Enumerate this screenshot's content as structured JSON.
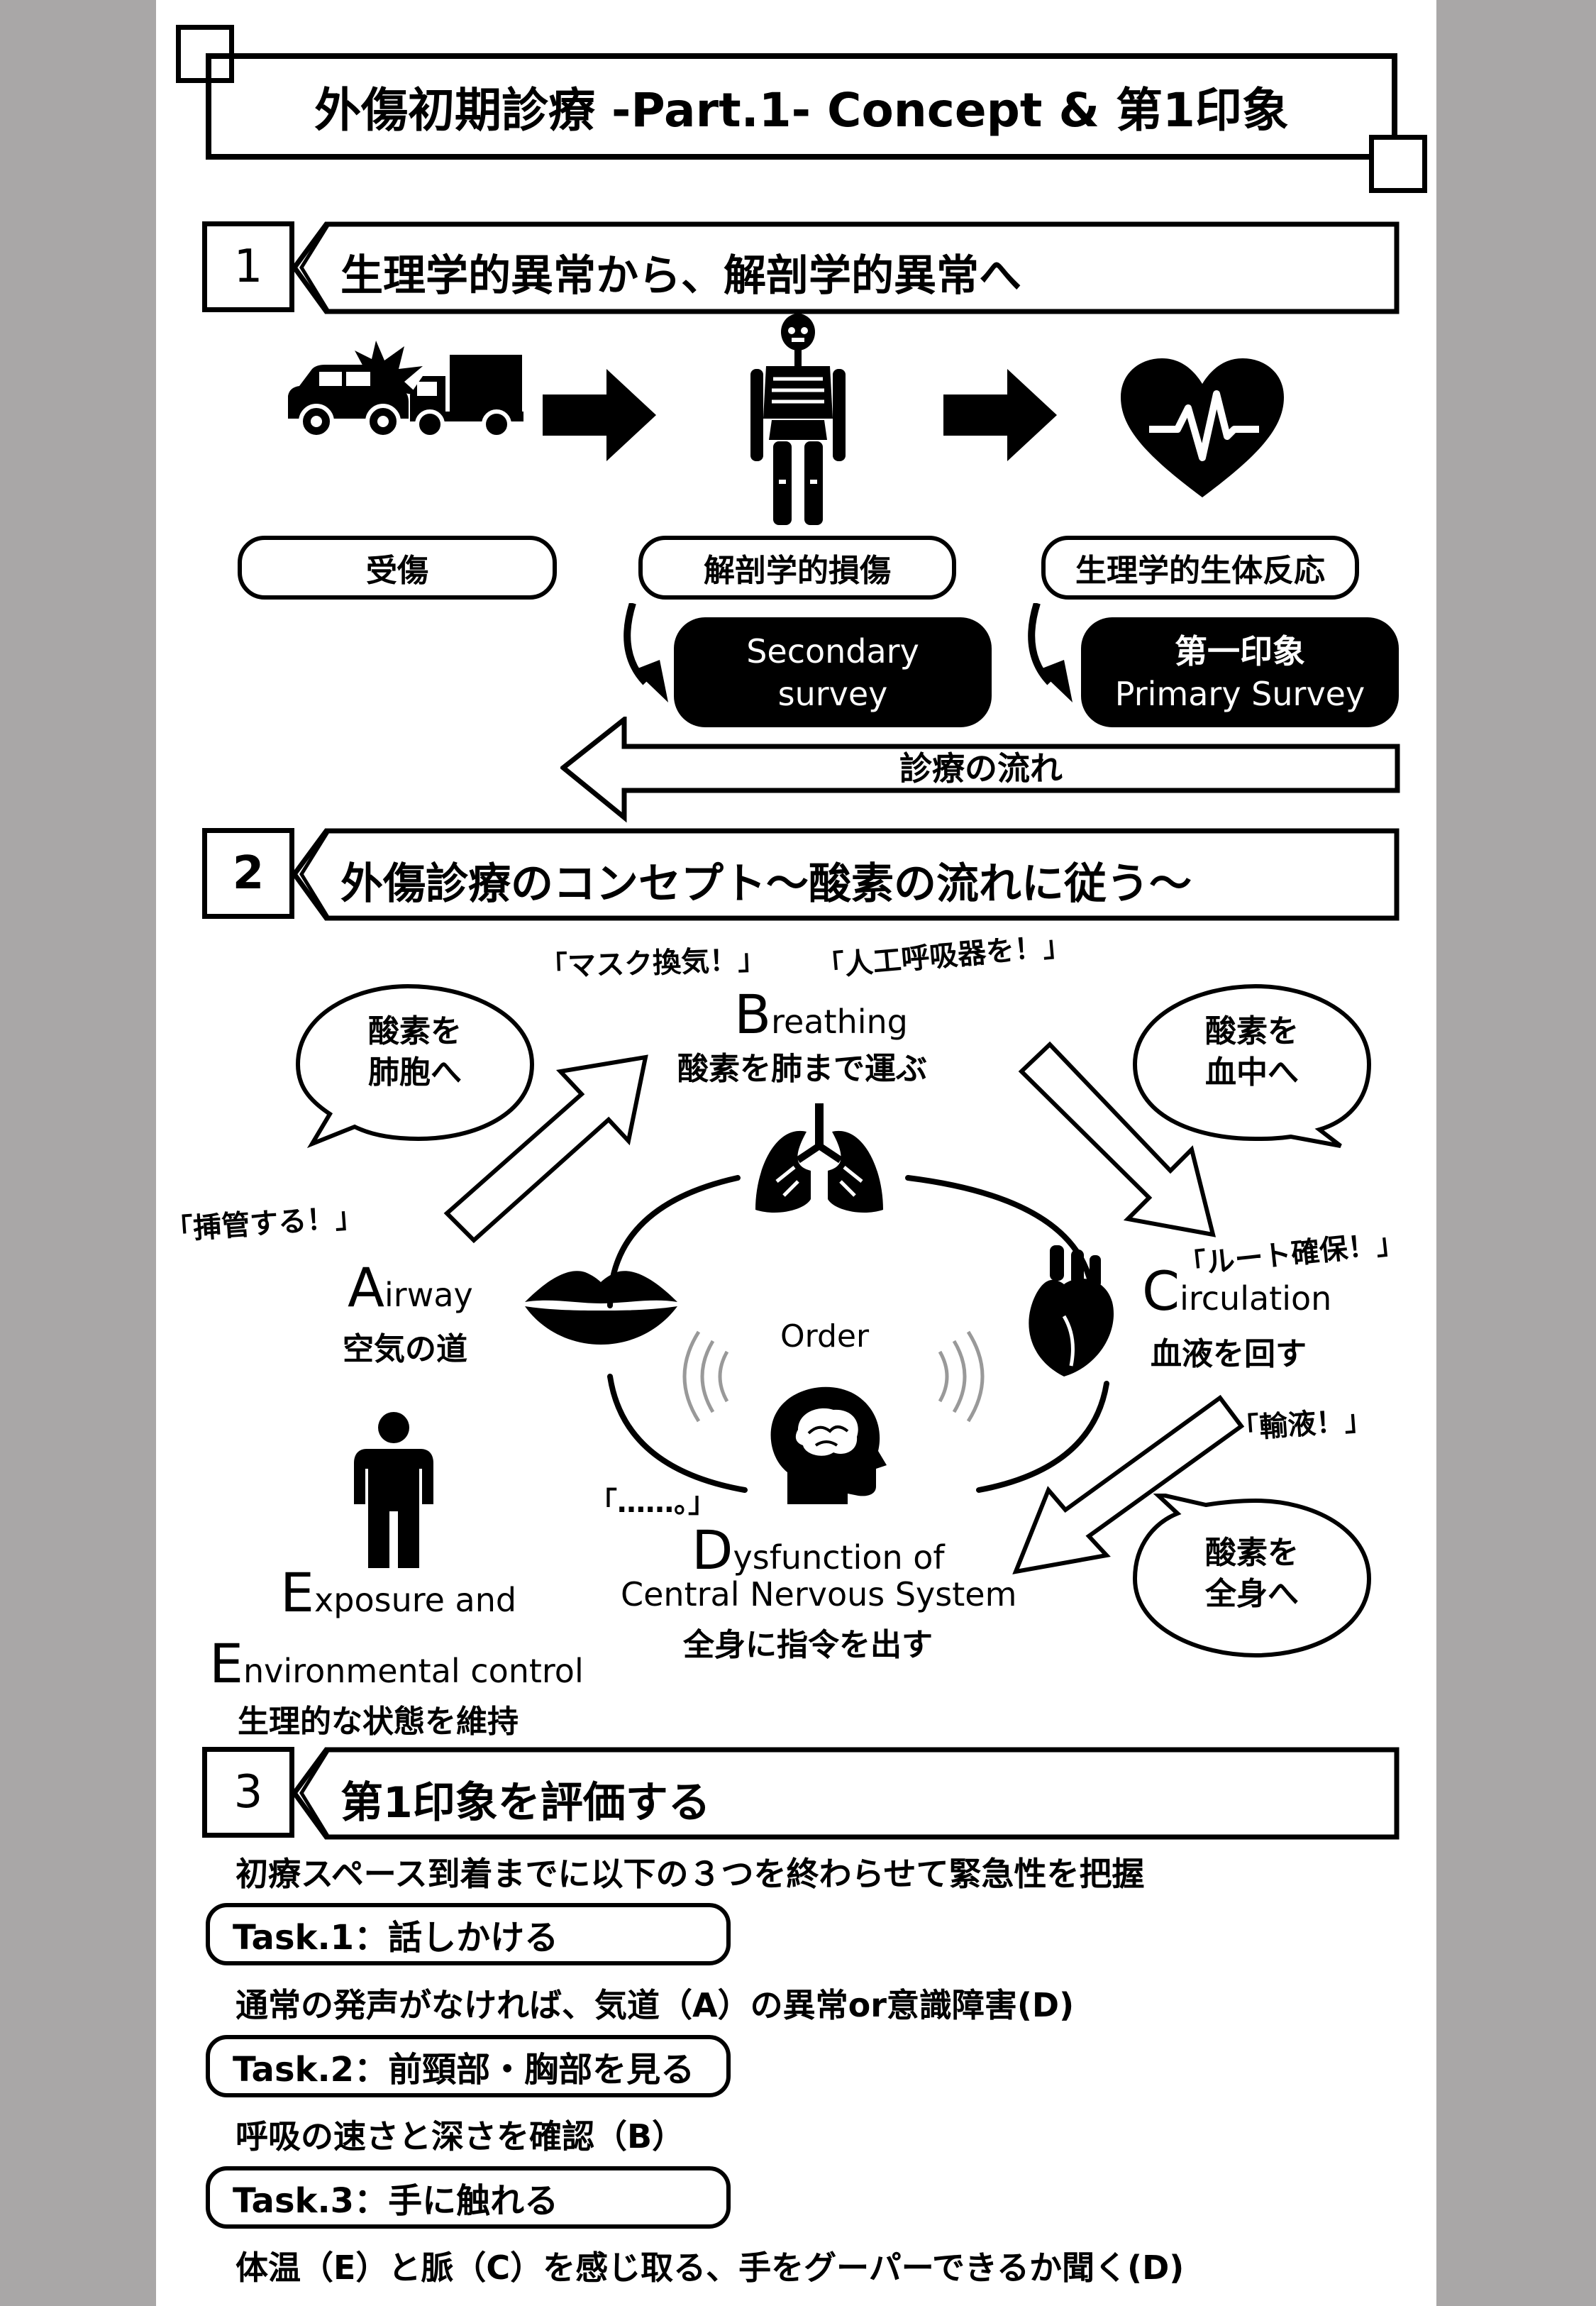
{
  "title": "外傷初期診療 -Part.1- Concept & 第1印象",
  "section1": {
    "number": "1",
    "heading": "生理学的異常から、解剖学的異常へ",
    "labels": {
      "injury": "受傷",
      "anatomical": "解剖学的損傷",
      "physiological": "生理学的生体反応"
    },
    "secondary": {
      "line1": "Secondary",
      "line2": "survey"
    },
    "primary": {
      "line1": "第一印象",
      "line2": "Primary Survey"
    },
    "flow_label": "診療の流れ"
  },
  "section2": {
    "number": "2",
    "heading": "外傷診療のコンセプト～酸素の流れに従う～",
    "quotes": {
      "mask": "「マスク換気！」",
      "ventilator": "「人工呼吸器を！」",
      "intubate": "「挿管する！」",
      "route": "「ルート確保！」",
      "infusion": "「輸液！」",
      "silence": "「……。」"
    },
    "breathing": {
      "letter": "B",
      "rest": "reathing",
      "desc": "酸素を肺まで運ぶ"
    },
    "airway": {
      "letter": "A",
      "rest": "irway",
      "desc": "空気の道"
    },
    "circulation": {
      "letter": "C",
      "rest": "irculation",
      "desc": "血液を回す"
    },
    "dysfunction": {
      "letter": "D",
      "rest": "ysfunction of",
      "line2": "Central Nervous System",
      "desc": "全身に指令を出す"
    },
    "exposure": {
      "letter1": "E",
      "rest1": "xposure and",
      "letter2": "E",
      "rest2": "nvironmental control",
      "desc": "生理的な状態を維持"
    },
    "order": "Order",
    "bubbles": {
      "left": {
        "line1": "酸素を",
        "line2": "肺胞へ"
      },
      "right": {
        "line1": "酸素を",
        "line2": "血中へ"
      },
      "bottom": {
        "line1": "酸素を",
        "line2": "全身へ"
      }
    }
  },
  "section3": {
    "number": "3",
    "heading": "第1印象を評価する",
    "intro": "初療スペース到着までに以下の３つを終わらせて緊急性を把握",
    "tasks": [
      {
        "label": "Task.1：話しかける",
        "desc": "通常の発声がなければ、気道（A）の異常or意識障害(D)"
      },
      {
        "label": "Task.2：前頸部・胸部を見る",
        "desc": "呼吸の速さと深さを確認（B）"
      },
      {
        "label": "Task.3：手に触れる",
        "desc": "体温（E）と脈（C）を感じ取る、手をグーパーできるか聞く(D)"
      }
    ]
  }
}
